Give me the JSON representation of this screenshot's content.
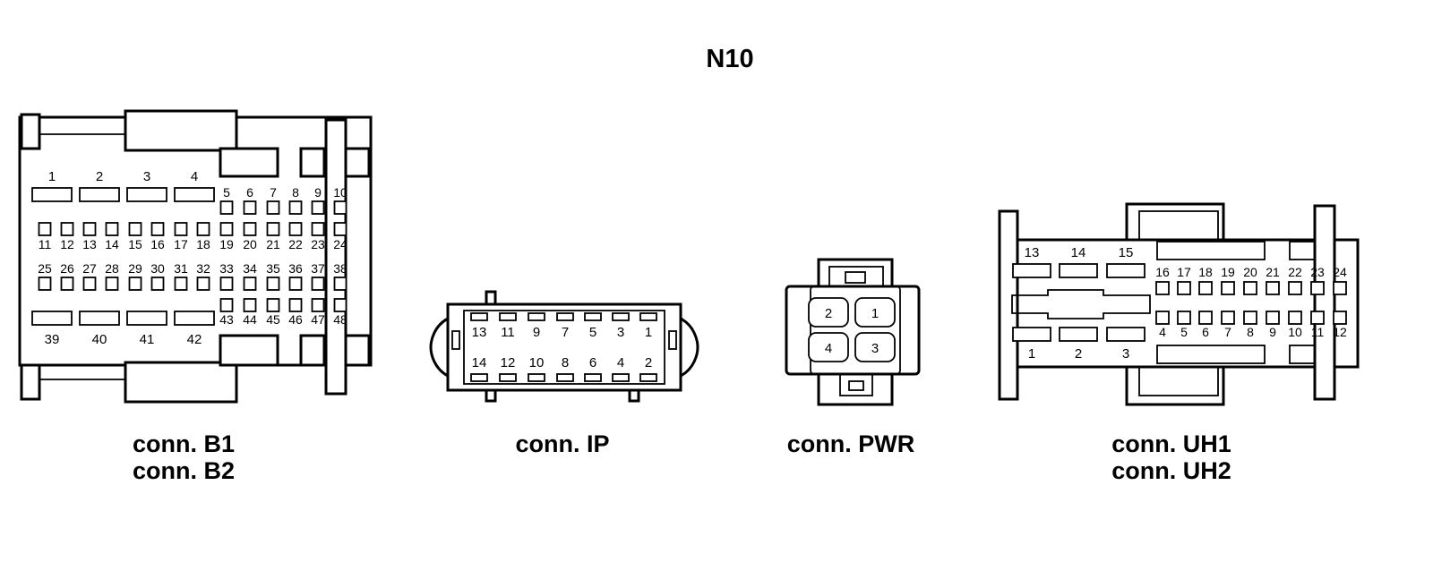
{
  "title": "N10",
  "connectors": {
    "b": {
      "caption_line1": "conn. B1",
      "caption_line2": "conn. B2",
      "pins": [
        "1",
        "2",
        "3",
        "4",
        "5",
        "6",
        "7",
        "8",
        "9",
        "10",
        "11",
        "12",
        "13",
        "14",
        "15",
        "16",
        "17",
        "18",
        "19",
        "20",
        "21",
        "22",
        "23",
        "24",
        "25",
        "26",
        "27",
        "28",
        "29",
        "30",
        "31",
        "32",
        "33",
        "34",
        "35",
        "36",
        "37",
        "38",
        "39",
        "40",
        "41",
        "42",
        "43",
        "44",
        "45",
        "46",
        "47",
        "48"
      ]
    },
    "ip": {
      "caption": "conn. IP",
      "pins": [
        "1",
        "2",
        "3",
        "4",
        "5",
        "6",
        "7",
        "8",
        "9",
        "10",
        "11",
        "12",
        "13",
        "14"
      ]
    },
    "pwr": {
      "caption": "conn. PWR",
      "pins": [
        "1",
        "2",
        "3",
        "4"
      ]
    },
    "uh": {
      "caption_line1": "conn. UH1",
      "caption_line2": "conn. UH2",
      "pins": [
        "1",
        "2",
        "3",
        "4",
        "5",
        "6",
        "7",
        "8",
        "9",
        "10",
        "11",
        "12",
        "13",
        "14",
        "15",
        "16",
        "17",
        "18",
        "19",
        "20",
        "21",
        "22",
        "23",
        "24"
      ]
    }
  }
}
